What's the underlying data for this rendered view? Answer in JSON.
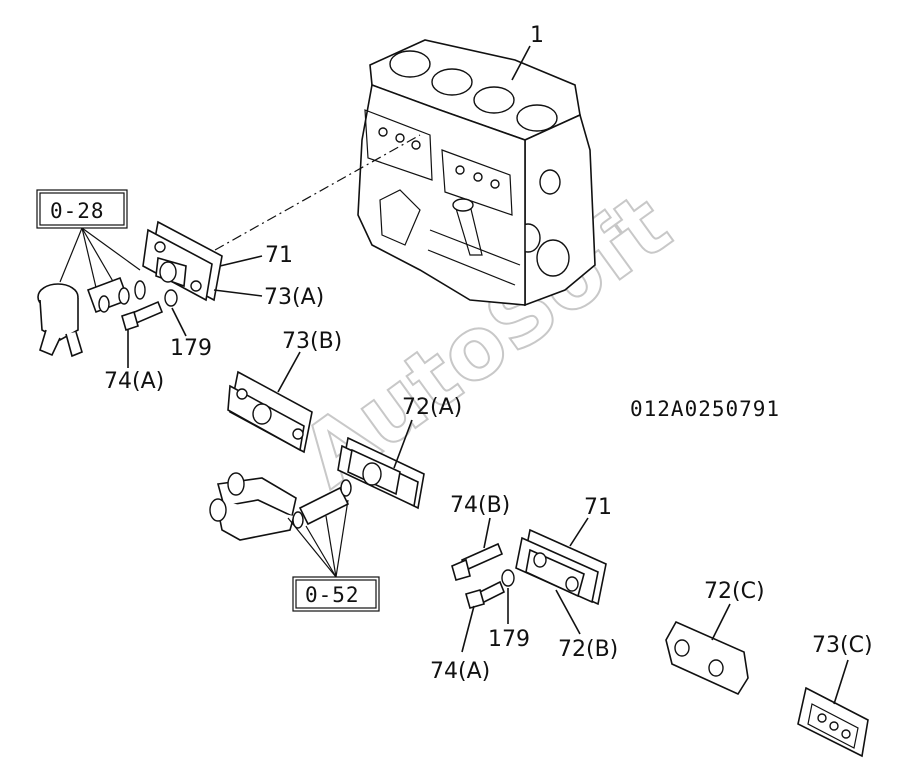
{
  "diagram": {
    "drawing_code": "012A0250791",
    "watermark": "AutoSoft",
    "labels": {
      "engine_block": "1",
      "gasket_upper": "71",
      "cover_73a": "73(A)",
      "washer_upper": "179",
      "bolt_74a_upper": "74(A)",
      "cover_73b": "73(B)",
      "cover_72a": "72(A)",
      "bolt_74b": "74(B)",
      "gasket_lower": "71",
      "washer_lower": "179",
      "cover_72b": "72(B)",
      "bolt_74a_lower": "74(A)",
      "cover_72c": "72(C)",
      "cover_73c": "73(C)"
    },
    "refs": {
      "ref_upper": "0-28",
      "ref_lower": "0-52"
    }
  }
}
